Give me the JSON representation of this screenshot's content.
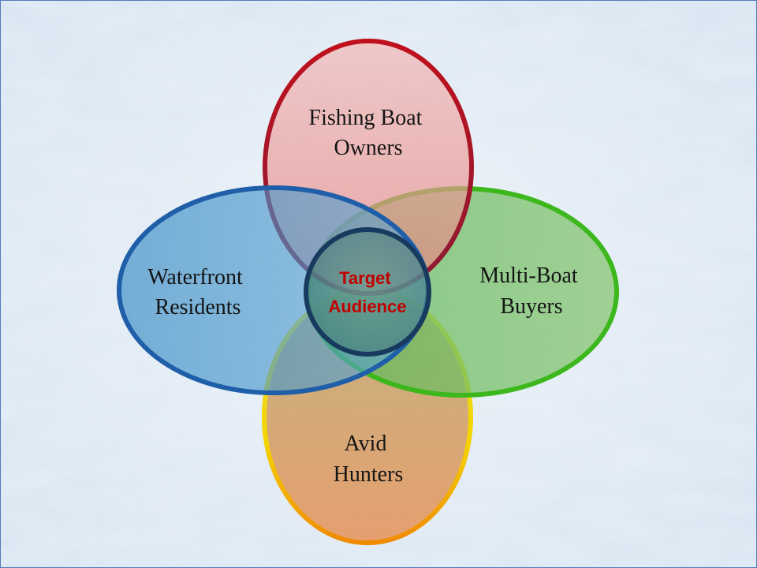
{
  "diagram": {
    "circles": [
      {
        "id": "fishing",
        "lines": [
          "Fishing Boat",
          "Owners"
        ],
        "stroke": "#b00c24"
      },
      {
        "id": "waterfront",
        "lines": [
          "Waterfront",
          "Residents"
        ],
        "stroke": "#1f5ea8"
      },
      {
        "id": "multiboat",
        "lines": [
          "Multi-Boat",
          "Buyers"
        ],
        "stroke": "#3cb81c"
      },
      {
        "id": "hunters",
        "lines": [
          "Avid",
          "Hunters"
        ],
        "stroke": "#f0b800"
      }
    ],
    "center": {
      "lines": [
        "Target",
        "Audience"
      ],
      "color": "#c00000",
      "stroke": "#173a5e"
    }
  }
}
